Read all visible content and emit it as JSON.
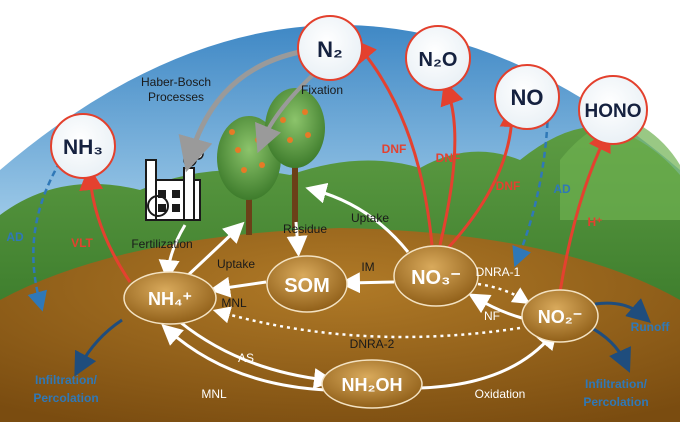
{
  "gases": {
    "n2": "N₂",
    "n2o": "N₂O",
    "no": "NO",
    "hono": "HONO",
    "nh3": "NH₃"
  },
  "nodes": {
    "som": "SOM",
    "nh4": "NH₄⁺",
    "no3": "NO₃⁻",
    "no2": "NO₂⁻",
    "nh2oh": "NH₂OH"
  },
  "labels": {
    "haber_bosch": [
      "Haber-Bosch",
      "Processes"
    ],
    "fixation": "Fixation",
    "fertilization": "Fertilization",
    "residue": "Residue",
    "uptake_left": "Uptake",
    "uptake_right": "Uptake",
    "im": "IM",
    "mnl_top": "MNL",
    "mnl_bottom": "MNL",
    "dnra1": "DNRA-1",
    "dnra2": "DNRA-2",
    "nf": "NF",
    "as": "AS",
    "oxidation": "Oxidation",
    "dnf_1": "DNF",
    "dnf_2": "DNF",
    "dnf_3": "DNF",
    "h_plus": "H⁺",
    "vlt": "VLT",
    "ad_left": "AD",
    "ad_right": "AD",
    "runoff": "Runoff",
    "infiltration_left": [
      "Infiltration/",
      "Percolation"
    ],
    "infiltration_right": [
      "Infiltration/",
      "Percolation"
    ]
  },
  "colors": {
    "sky_top": "#4d95cc",
    "sky_bottom": "#e9f4fb",
    "hill": "#6aa84f",
    "soil": "#9a6419",
    "red_arrow": "#e4412f",
    "blue_arrow": "#2f78b7",
    "gas_stroke": "#e3402d"
  }
}
